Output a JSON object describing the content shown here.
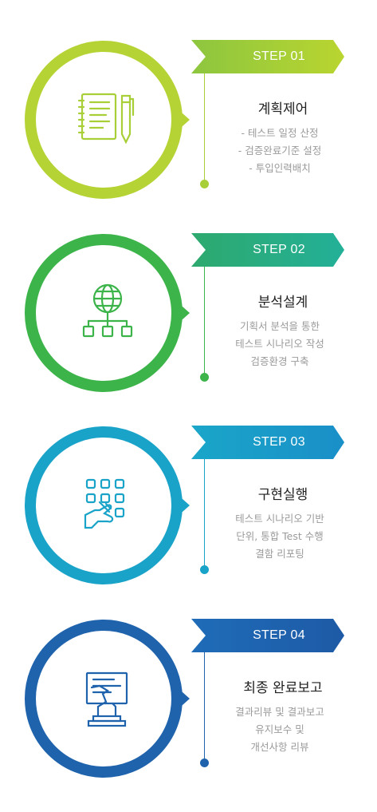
{
  "steps": [
    {
      "step_label": "STEP 01",
      "title": "계획제어",
      "lines": [
        "- 테스트 일정 산정",
        "- 검증완료기준 설정",
        "- 투입인력배치"
      ],
      "icon": "notepad-pen-icon",
      "colors": {
        "ring": "#b5d334",
        "banner_start": "#8dc63f",
        "banner_end": "#b9d530",
        "accent": "#a8cf38"
      }
    },
    {
      "step_label": "STEP 02",
      "title": "분석설계",
      "lines": [
        "기획서 분석을 통한",
        "테스트 시나리오 작성",
        "검증환경 구축"
      ],
      "icon": "globe-network-icon",
      "colors": {
        "ring": "#3cb44a",
        "banner_start": "#2ea96e",
        "banner_end": "#23b098",
        "accent": "#3cb44a"
      }
    },
    {
      "step_label": "STEP 03",
      "title": "구현실행",
      "lines": [
        "테스트 시나리오 기반",
        "단위, 통합 Test 수행",
        "결함 리포팅"
      ],
      "icon": "touch-grid-icon",
      "colors": {
        "ring": "#1aa3c8",
        "banner_start": "#1aa6c9",
        "banner_end": "#1a8fc8",
        "accent": "#1aa3c8"
      }
    },
    {
      "step_label": "STEP 04",
      "title": "최종 완료보고",
      "lines": [
        "결과리뷰 및 결과보고",
        "유지보수 및",
        "개선사항 리뷰"
      ],
      "icon": "report-hand-icon",
      "colors": {
        "ring": "#1f63ad",
        "banner_start": "#1f6cb8",
        "banner_end": "#1e5aa6",
        "accent": "#1f63ad"
      }
    }
  ]
}
